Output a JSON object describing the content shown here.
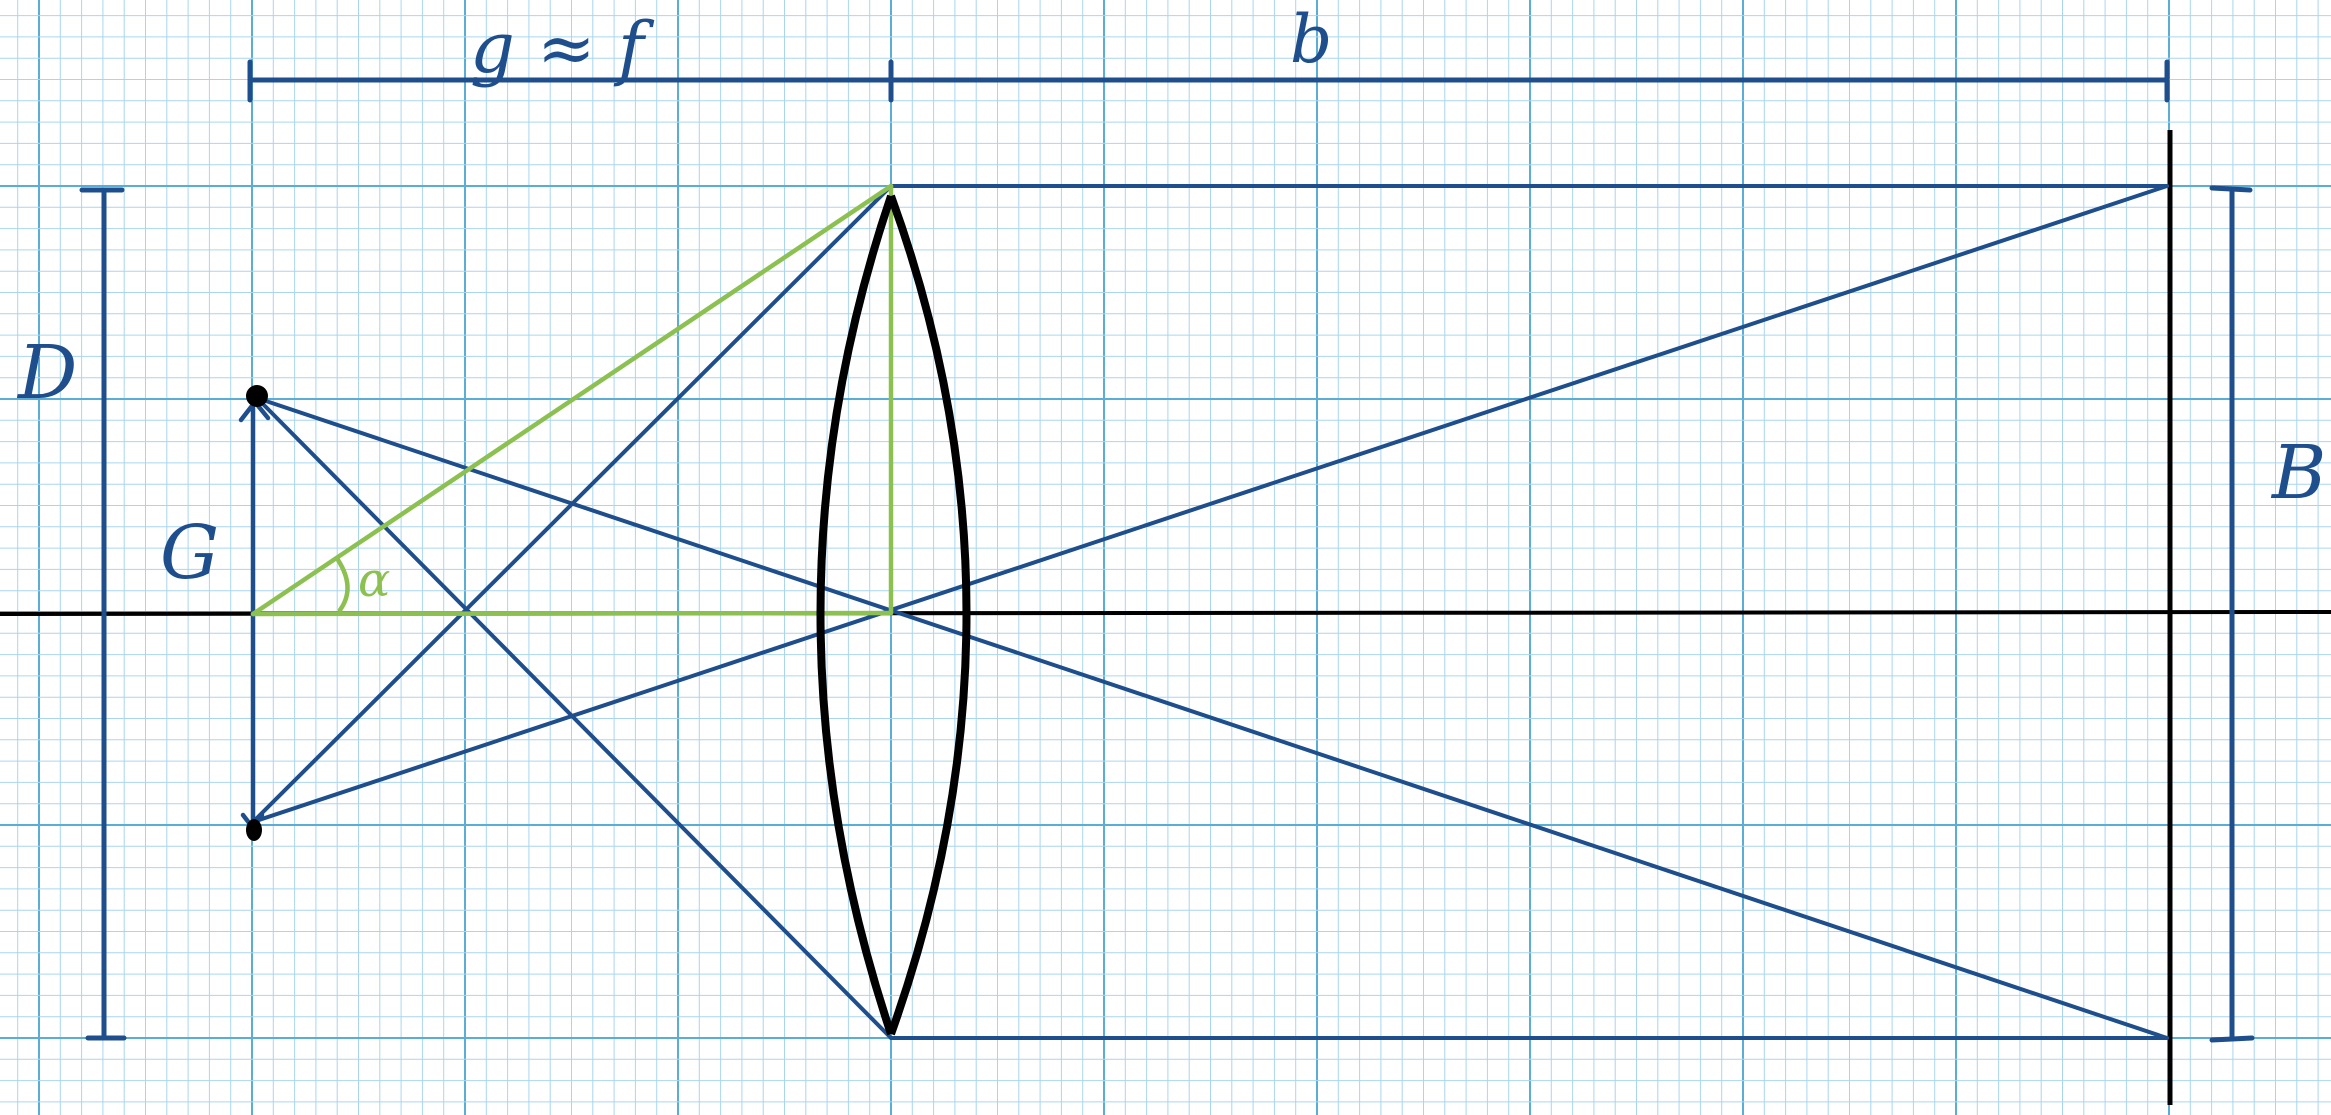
{
  "diagram": {
    "labels": {
      "object_distance": "g ≈ f",
      "image_distance": "b",
      "lens_diameter": "D",
      "object_size": "G",
      "image_size": "B",
      "angle": "α"
    },
    "colors": {
      "grid_minor": "#a9d6ee",
      "grid_major": "#5aaed6",
      "rays": "#1f4e8c",
      "angle_construction": "#8cc152",
      "lens_and_axis": "#000000"
    }
  }
}
